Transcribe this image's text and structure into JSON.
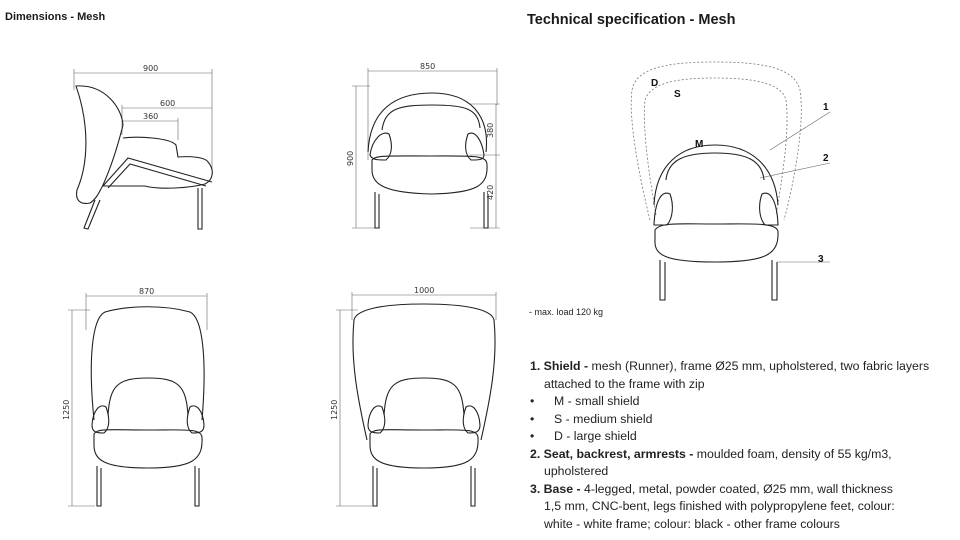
{
  "left_title": "Dimensions - Mesh",
  "right_title": "Technical specification - Mesh",
  "dimensions": {
    "side": {
      "width_total": "900",
      "seat_depth": "600",
      "armrest_depth": "360"
    },
    "front": {
      "width": "850",
      "height": "900",
      "backrest": "380",
      "seat_height": "420"
    },
    "front_s": {
      "width": "870",
      "height": "1250"
    },
    "front_d": {
      "width": "1000",
      "height": "1250"
    }
  },
  "callouts": {
    "D": "D",
    "S": "S",
    "M": "M",
    "n1": "1",
    "n2": "2",
    "n3": "3"
  },
  "max_load": "- max. load 120 kg",
  "spec": {
    "item1_label": "1. Shield -",
    "item1_text": " mesh (Runner), frame Ø25 mm, upholstered, two fabric layers",
    "item1_cont": "attached to the frame with zip",
    "bullets": [
      "M - small shield",
      "S - medium shield",
      "D - large shield"
    ],
    "bullet_char": "•",
    "item2_label": "2. Seat, backrest, armrests -",
    "item2_text": " moulded foam, density of 55 kg/m3,",
    "item2_cont": "upholstered",
    "item3_label": "3. Base -",
    "item3_text": " 4-legged, metal, powder coated, Ø25 mm, wall thickness",
    "item3_cont1": "1,5 mm, CNC-bent, legs finished with polypropylene feet, colour:",
    "item3_cont2": "white - white frame; colour: black - other frame colours"
  }
}
